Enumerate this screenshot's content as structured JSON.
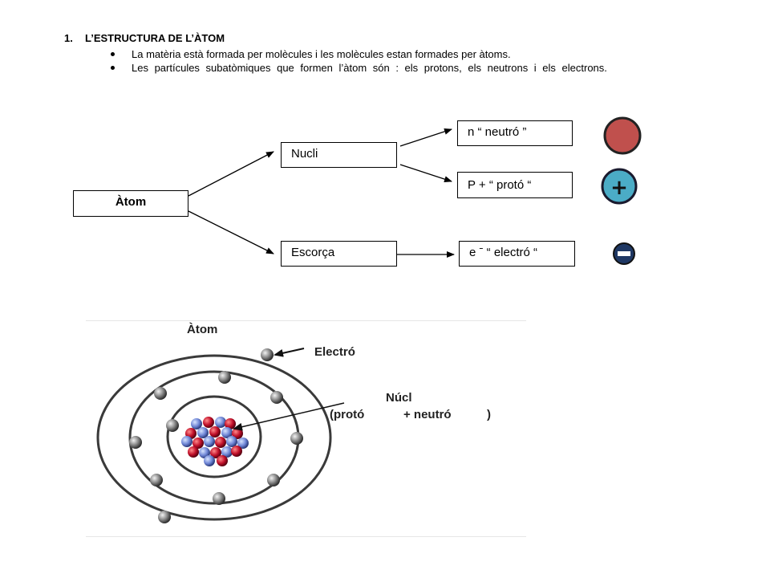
{
  "heading": {
    "number": "1.",
    "title": "L’ESTRUCTURA DE L’ÀTOM"
  },
  "bullets": [
    "La matèria està formada per molècules i les molècules estan formades per àtoms.",
    "Les  partícules subatòmiques que formen l’àtom són : els protons, els neutrons i els electrons."
  ],
  "scheme": {
    "atom": "Àtom",
    "nucli": "Nucli",
    "escorca": "Escorça",
    "neutron": "n  “ neutró ”",
    "proton": "P +  “ protó “",
    "electron": "e ˉ “ electró “"
  },
  "symbols": {
    "neutron_color": "#c0504d",
    "proton_color": "#4bacc6",
    "electron_color": "#1f3864"
  },
  "illustration": {
    "title": "Àtom",
    "electron": "Electró",
    "nucleus": "Núcl",
    "proton": "(protó",
    "neutron": "+ neutró",
    "close_paren": ")"
  }
}
